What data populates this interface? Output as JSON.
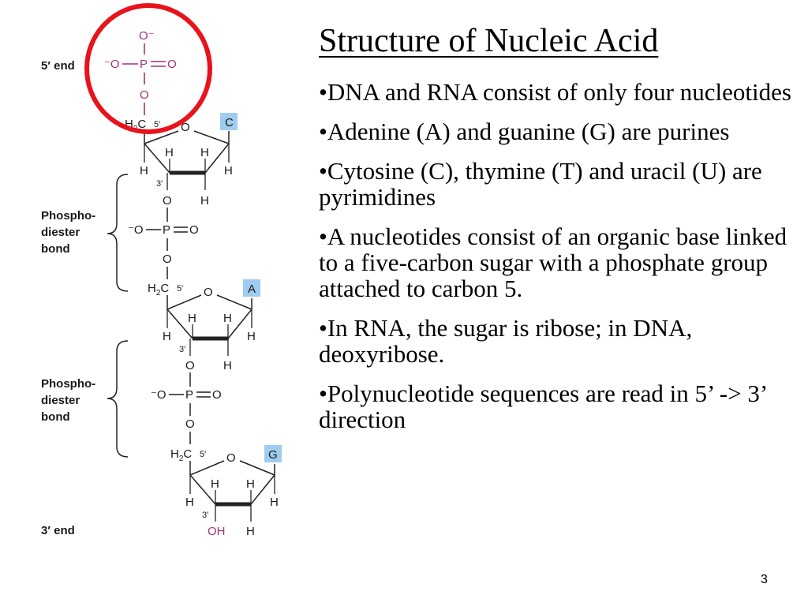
{
  "slide": {
    "title": "Structure of Nucleic Acid",
    "bullets": [
      "•DNA and RNA consist of only four nucleotides",
      "•Adenine (A) and guanine (G) are purines",
      "•Cytosine (C), thymine (T) and uracil (U) are   pyrimidines",
      "•A nucleotides consist of an organic base linked to a five-carbon sugar with a phosphate group attached to carbon 5.",
      "•In RNA, the sugar is ribose; in DNA, deoxyribose.",
      "•Polynucleotide sequences are read in 5’ -> 3’ direction"
    ],
    "page_number": "3"
  },
  "diagram": {
    "end_5_label": "5′ end",
    "end_3_label": "3′ end",
    "phosphodiester_label_line1": "Phospho-",
    "phosphodiester_label_line2": "diester",
    "phosphodiester_label_line3": "bond",
    "bases": [
      "C",
      "A",
      "G"
    ],
    "atoms": {
      "o_minus": "O⁻",
      "minus_o": "⁻O",
      "p": "P",
      "o": "O",
      "h": "H",
      "c": "C",
      "h2": "H",
      "sub2": "2",
      "oh": "OH",
      "prime5": "5′",
      "prime3": "3′"
    },
    "colors": {
      "phosphate": "#a0347a",
      "base_box": "#9ecdf0",
      "highlight_circle": "#e8131b"
    }
  }
}
